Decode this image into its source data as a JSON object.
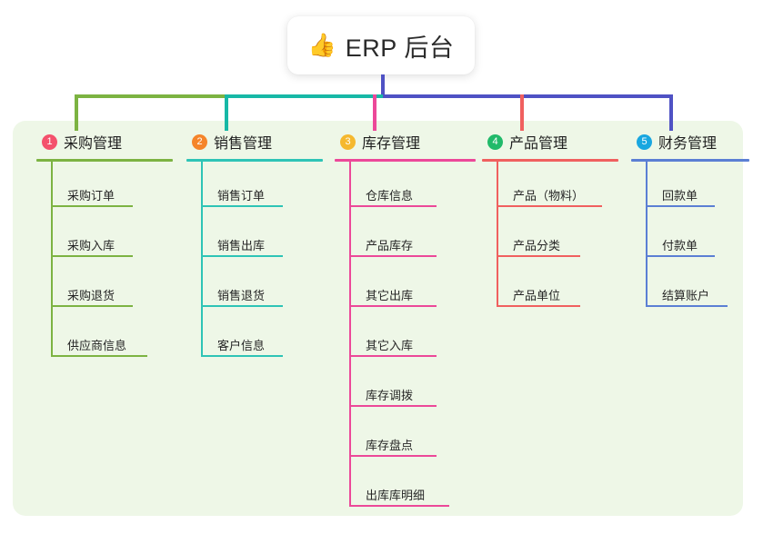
{
  "root": {
    "icon": "thumbs-up-icon",
    "emoji": "👍",
    "title": "ERP 后台"
  },
  "panel": {
    "background_color": "#eef7e7"
  },
  "connector_colors": {
    "stem": "#4f52c4",
    "segment_1": "#7cb342",
    "segment_2": "#17b8a6",
    "segment_3": "#4f52c4",
    "segment_4": "#4f52c4",
    "drop_1": "#7cb342",
    "drop_2": "#17b8a6",
    "drop_3": "#ec4899",
    "drop_4": "#f0605f",
    "drop_5": "#4f52c4"
  },
  "columns": [
    {
      "number": "1",
      "title": "采购管理",
      "badge_color": "#f4516c",
      "line_color": "#7cb342",
      "items": [
        {
          "label": "采购订单",
          "rule_width": 90
        },
        {
          "label": "采购入库",
          "rule_width": 90
        },
        {
          "label": "采购退货",
          "rule_width": 90
        },
        {
          "label": "供应商信息",
          "rule_width": 106
        }
      ]
    },
    {
      "number": "2",
      "title": "销售管理",
      "badge_color": "#f5852a",
      "line_color": "#2ec4b6",
      "items": [
        {
          "label": "销售订单",
          "rule_width": 90
        },
        {
          "label": "销售出库",
          "rule_width": 90
        },
        {
          "label": "销售退货",
          "rule_width": 90
        },
        {
          "label": "客户信息",
          "rule_width": 90
        }
      ]
    },
    {
      "number": "3",
      "title": "库存管理",
      "badge_color": "#f5b82e",
      "line_color": "#ec4899",
      "items": [
        {
          "label": "仓库信息",
          "rule_width": 96
        },
        {
          "label": "产品库存",
          "rule_width": 96
        },
        {
          "label": "其它出库",
          "rule_width": 96
        },
        {
          "label": "其它入库",
          "rule_width": 96
        },
        {
          "label": "库存调拨",
          "rule_width": 96
        },
        {
          "label": "库存盘点",
          "rule_width": 96
        },
        {
          "label": "出库库明细",
          "rule_width": 110
        }
      ]
    },
    {
      "number": "4",
      "title": "产品管理",
      "badge_color": "#21ba6a",
      "line_color": "#f0605f",
      "items": [
        {
          "label": "产品（物料）",
          "rule_width": 116
        },
        {
          "label": "产品分类",
          "rule_width": 92
        },
        {
          "label": "产品单位",
          "rule_width": 92
        }
      ]
    },
    {
      "number": "5",
      "title": "财务管理",
      "badge_color": "#19a7e0",
      "line_color": "#5b7fd4",
      "items": [
        {
          "label": "回款单",
          "rule_width": 76
        },
        {
          "label": "付款单",
          "rule_width": 76
        },
        {
          "label": "结算账户",
          "rule_width": 90
        }
      ]
    }
  ]
}
